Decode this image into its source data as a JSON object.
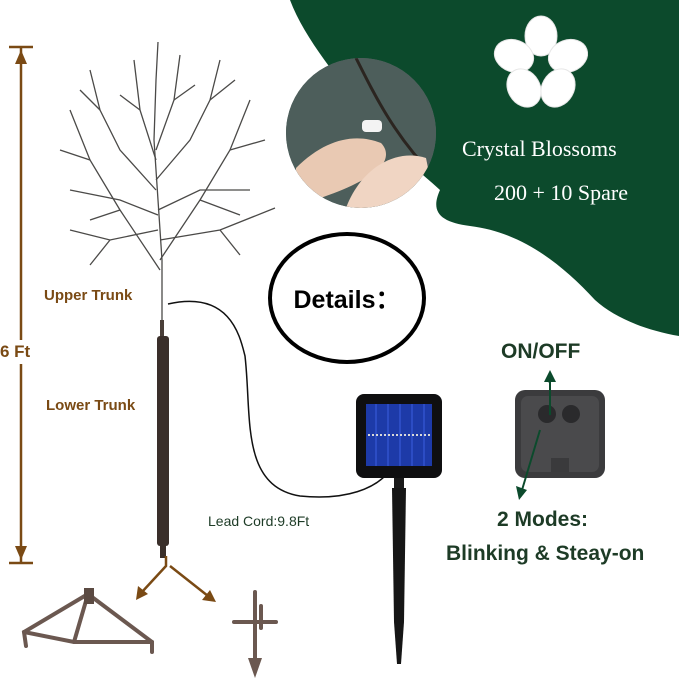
{
  "colors": {
    "green": "#0c4a2c",
    "brown": "#7a4a14",
    "dark_green_text": "#1d3b26",
    "trunk": "#3a2f2a",
    "panel": "#0f0f10",
    "solar_cells": "#1d3aa8"
  },
  "icons": [
    "flower-icon",
    "tree-icon",
    "solar-panel-icon",
    "battery-box-icon",
    "arrow-icon"
  ],
  "product": {
    "title": "Crystal Blossoms",
    "subtitle": "200 + 10 Spare"
  },
  "details_label": "Details：",
  "tree_labels": {
    "height": "6 Ft",
    "upper_trunk": "Upper Trunk",
    "lower_trunk": "Lower Trunk",
    "lead_cord": "Lead Cord:9.8Ft"
  },
  "box_labels": {
    "switch": "ON/OFF",
    "modes_title": "2 Modes:",
    "modes_desc": "Blinking & Steay-on"
  }
}
